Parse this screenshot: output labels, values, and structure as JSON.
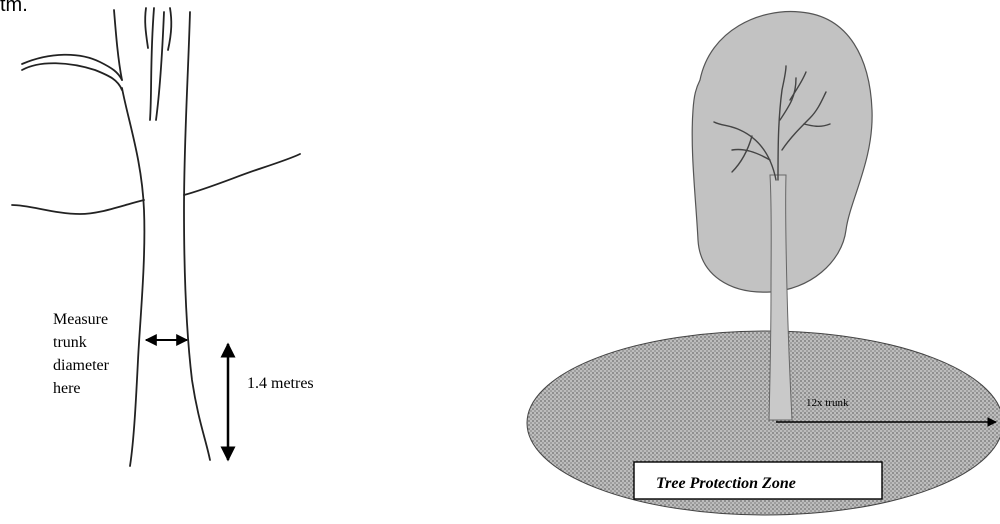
{
  "page_fragment": "tm.",
  "left_figure": {
    "measure_label_lines": [
      "Measure",
      "trunk",
      "diameter",
      "here"
    ],
    "height_label": "1.4 metres"
  },
  "right_figure": {
    "radius_label": "12x trunk",
    "zone_label": "Tree Protection Zone"
  }
}
